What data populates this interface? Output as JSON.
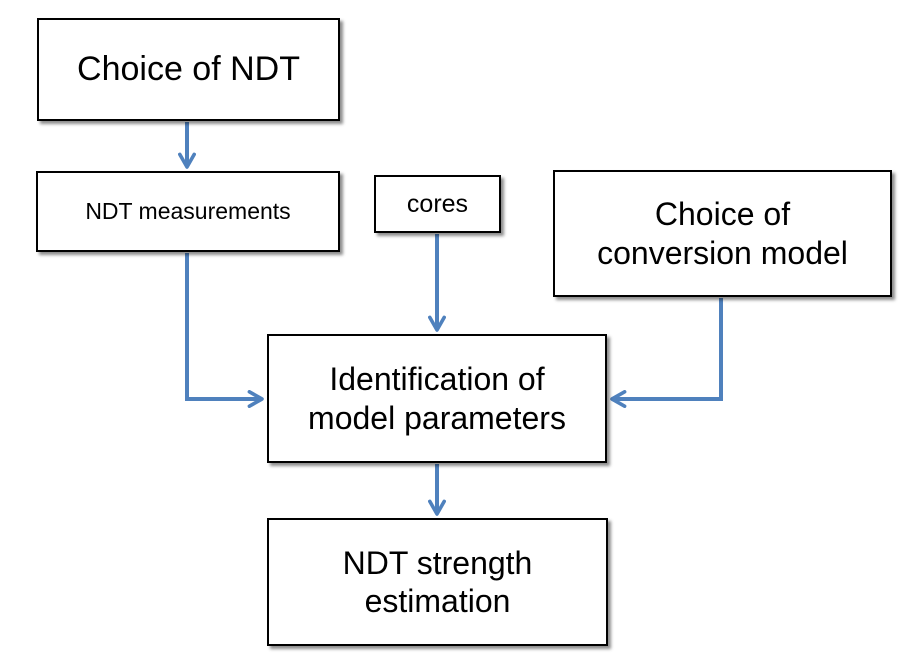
{
  "diagram": {
    "colors": {
      "arrow": "#4F81BD",
      "box_border": "#000000",
      "box_fill": "#ffffff",
      "text": "#000000"
    },
    "nodes": {
      "choice_ndt": {
        "lines": [
          "Choice of NDT"
        ]
      },
      "ndt_measurements": {
        "lines": [
          "NDT measurements"
        ]
      },
      "cores": {
        "lines": [
          "cores"
        ]
      },
      "conversion_model": {
        "lines": [
          "Choice of",
          "conversion model"
        ]
      },
      "identification": {
        "lines": [
          "Identification of",
          "model parameters"
        ]
      },
      "strength_estimation": {
        "lines": [
          "NDT strength",
          "estimation"
        ]
      }
    },
    "edges": [
      {
        "from": "choice_ndt",
        "to": "ndt_measurements"
      },
      {
        "from": "ndt_measurements",
        "to": "identification"
      },
      {
        "from": "cores",
        "to": "identification"
      },
      {
        "from": "conversion_model",
        "to": "identification"
      },
      {
        "from": "identification",
        "to": "strength_estimation"
      }
    ]
  }
}
